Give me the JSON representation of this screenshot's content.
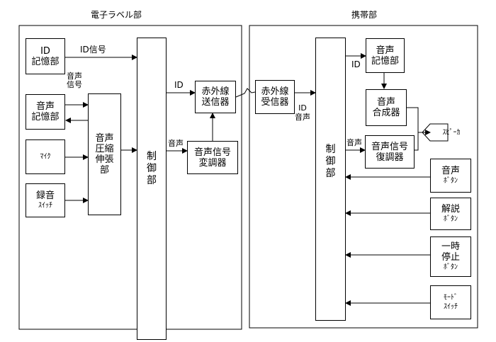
{
  "label_unit": {
    "title": "電子ラベル部",
    "id_storage": [
      "ID",
      "記憶部"
    ],
    "audio_storage": [
      "音声",
      "記憶部"
    ],
    "mic": "ﾏｲｸ",
    "record_switch": [
      "録音",
      "ｽｲｯﾁ"
    ],
    "audio_codec": [
      "音声",
      "圧縮",
      "伸張",
      "部"
    ],
    "controller": [
      "制",
      "御",
      "部"
    ],
    "ir_transmitter": [
      "赤外線",
      "送信器"
    ],
    "audio_modulator": [
      "音声信号",
      "変調器"
    ],
    "id_signal": "ID信号",
    "audio_signal": [
      "音声",
      "信号"
    ],
    "id_label": "ID",
    "audio_label": "音声"
  },
  "mobile_unit": {
    "title": "携帯部",
    "ir_receiver": [
      "赤外線",
      "受信器"
    ],
    "controller": [
      "制",
      "御",
      "部"
    ],
    "audio_storage": [
      "音声",
      "記憶部"
    ],
    "synthesizer": [
      "音声",
      "合成器"
    ],
    "demodulator": [
      "音声信号",
      "復調器"
    ],
    "speaker": "ｽﾋﾟｰｶ",
    "audio_button": [
      "音声",
      "ﾎﾞﾀﾝ"
    ],
    "commentary_button": [
      "解説",
      "ﾎﾞﾀﾝ"
    ],
    "pause_button": [
      "一時",
      "停止",
      "ﾎﾞﾀﾝ"
    ],
    "mode_switch": [
      "ﾓｰﾄﾞ",
      "ｽｲｯﾁ"
    ],
    "id_label": "ID",
    "id_audio_label": [
      "ID",
      "音声"
    ],
    "audio_label": "音声"
  }
}
